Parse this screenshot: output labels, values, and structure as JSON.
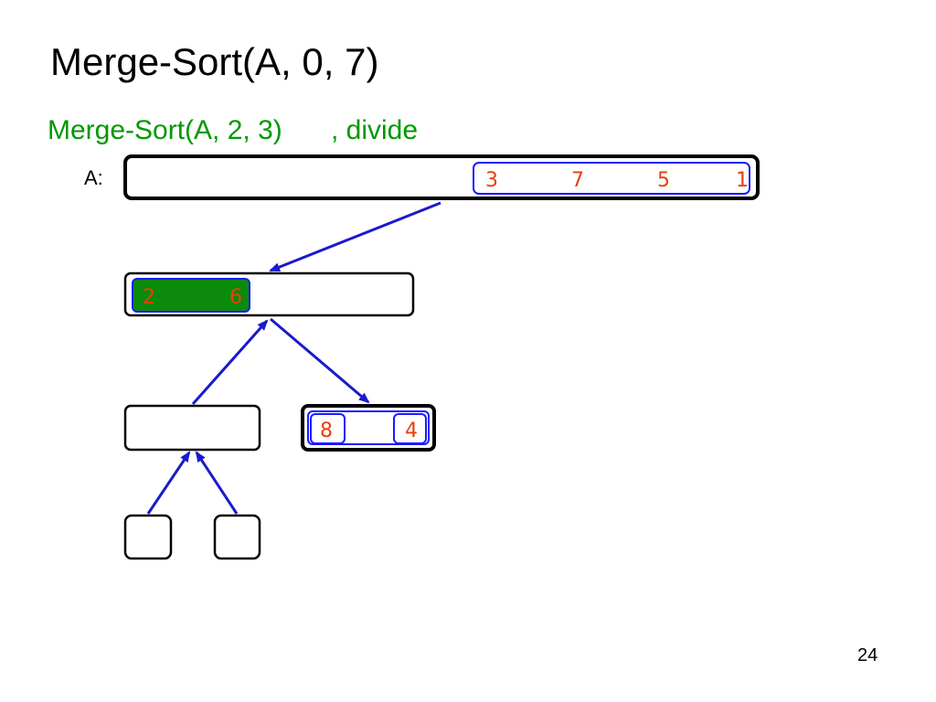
{
  "slide": {
    "title": "Merge-Sort(A, 0, 7)",
    "subtitle_call": "Merge-Sort(A, 2, 3)",
    "subtitle_suffix": ", divide",
    "array_label": "A:",
    "page_number": "24"
  },
  "colors": {
    "title": "#000000",
    "subtitle": "#009900",
    "box_border": "#000000",
    "highlight_border": "#1a1aff",
    "arrow": "#1a1acc",
    "value_text": "#e8400c",
    "active_fill": "#0b8a0b"
  },
  "diagram": {
    "top_array_values": [
      "3",
      "7",
      "5",
      "1"
    ],
    "level1_values": [
      "2",
      "6"
    ],
    "level2_right_values": [
      "8",
      "4"
    ]
  }
}
